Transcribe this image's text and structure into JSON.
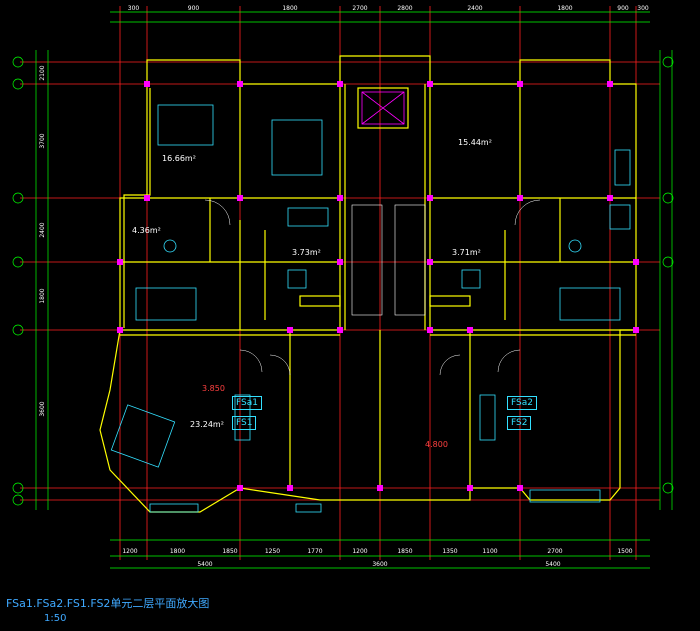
{
  "drawing": {
    "title": "FSa1.FSa2.FS1.FS2单元二层平面放大图",
    "scale": "1:50"
  },
  "unit_tags": {
    "left_top": "FSa1",
    "left_bottom": "FS1",
    "right_top": "FSa2",
    "right_bottom": "FS2"
  },
  "top_dimensions": [
    "300",
    "900",
    "1800",
    "2700",
    "2800",
    "2400",
    "1800",
    "900",
    "300"
  ],
  "bottom_dimensions": [
    "1200",
    "1800",
    "1850",
    "1250",
    "1770",
    "1200",
    "1850",
    "1350",
    "1100",
    "2700",
    "1500"
  ],
  "bottom_totals": [
    "5400",
    "3600",
    "5400"
  ],
  "left_dimensions": [
    "2100",
    "3700",
    "2400",
    "1800",
    "3600"
  ],
  "room_labels": {
    "living_area": "23.24m²",
    "kitchen_area": "4.36m²",
    "bath_left_area": "3.73m²",
    "bath_right_area": "3.71m²",
    "bedroom_area": "16.66m²",
    "hall_area": "15.44m²",
    "elev_a": "3.850",
    "elev_b": "4.800"
  },
  "colors": {
    "wall": "#ffff00",
    "axis": "#ff2020",
    "dim": "#00ff00",
    "furniture": "#33e0ff",
    "column": "#ff00ff",
    "text": "#ffffff"
  }
}
